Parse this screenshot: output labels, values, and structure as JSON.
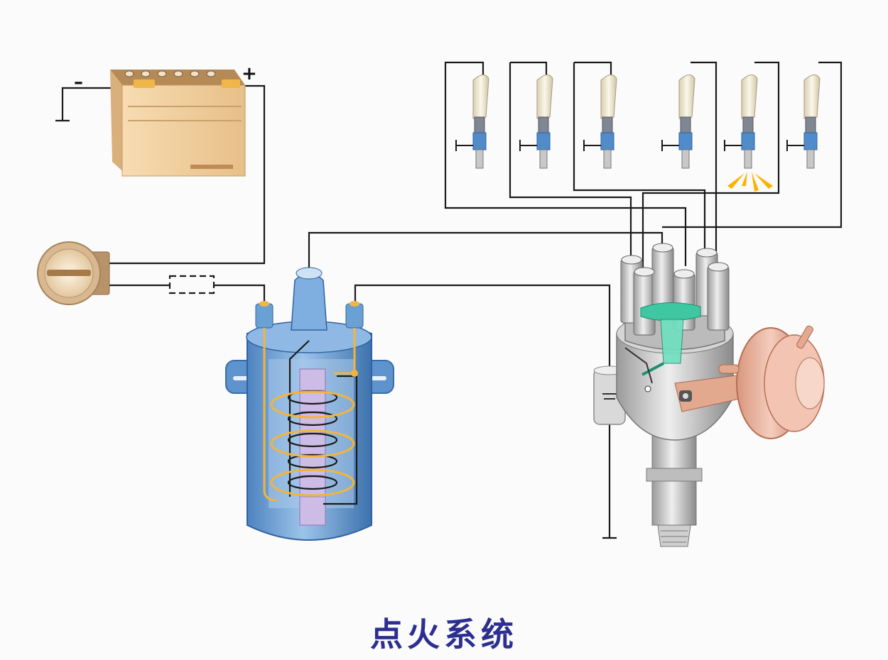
{
  "caption": "点火系统",
  "battery": {
    "negative_label": "–",
    "positive_label": "+"
  },
  "components": [
    "battery-icon",
    "ignition-switch-icon",
    "resistor-icon",
    "ignition-coil-icon",
    "distributor-icon",
    "vacuum-advance-icon",
    "condenser-icon",
    "spark-plug-icon",
    "spark-icon"
  ],
  "spark_plug_count": 6,
  "firing_plug": 5,
  "colors": {
    "caption": "#2c2f8f",
    "wire": "#1a1a1a",
    "battery": "#e9c896",
    "coil": "#6aa1d4",
    "coil_core": "#cdbde6",
    "coil_winding": "#f2b53a",
    "distributor": "#c9c9c9",
    "rotor": "#3ec7a0",
    "vacuum_unit": "#e8b8a4",
    "spark_plug": "#f3ecd8",
    "spark": "#ffb000"
  }
}
